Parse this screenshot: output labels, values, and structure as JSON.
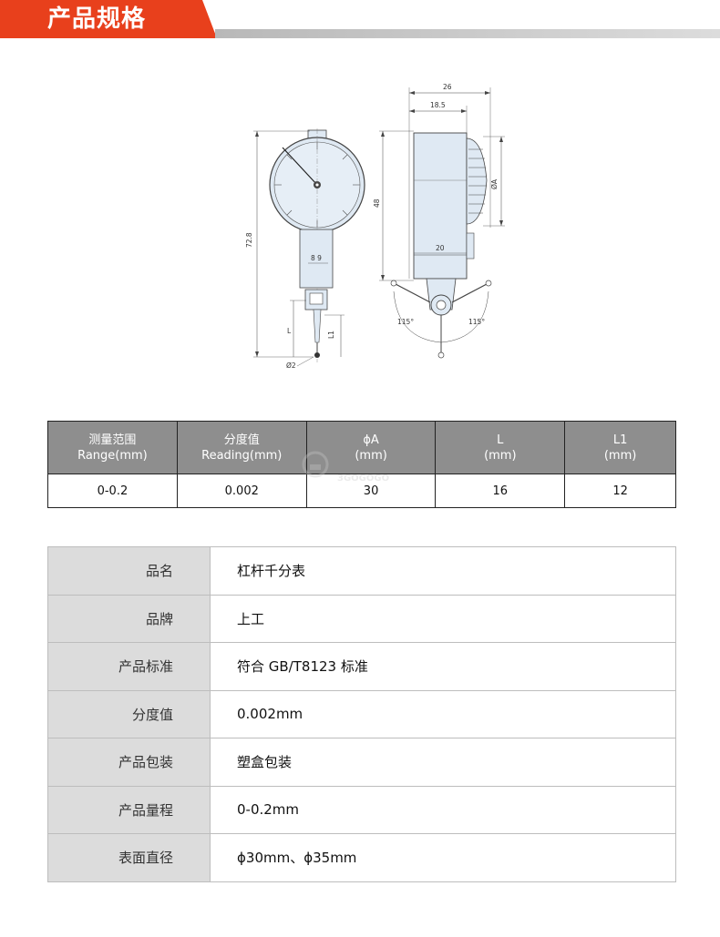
{
  "header": {
    "title": "产品规格"
  },
  "drawing": {
    "labels": {
      "d26": "26",
      "d18_5": "18.5",
      "d48": "48",
      "d72_8": "72.8",
      "d20": "20",
      "d8_9": "8 9",
      "phiA": "ØA",
      "L": "L",
      "L1": "L1",
      "phi2": "Ø2",
      "a115_left": "115°",
      "a115_right": "115°"
    }
  },
  "spec_table": {
    "headers": [
      {
        "line1": "测量范围",
        "line2": "Range(mm)"
      },
      {
        "line1": "分度值",
        "line2": "Reading(mm)"
      },
      {
        "line1": "ϕA",
        "line2": "(mm)"
      },
      {
        "line1": "L",
        "line2": "(mm)"
      },
      {
        "line1": "L1",
        "line2": "(mm)"
      }
    ],
    "row": [
      "0-0.2",
      "0.002",
      "30",
      "16",
      "12"
    ]
  },
  "watermark": {
    "text": "3GOGOGO"
  },
  "info_table": [
    {
      "key": "品名",
      "value": "杠杆千分表"
    },
    {
      "key": "品牌",
      "value": "上工"
    },
    {
      "key": "产品标准",
      "value": "符合 GB/T8123 标准"
    },
    {
      "key": "分度值",
      "value": "0.002mm"
    },
    {
      "key": "产品包装",
      "value": "塑盒包装"
    },
    {
      "key": "产品量程",
      "value": "0-0.2mm"
    },
    {
      "key": "表面直径",
      "value": "ϕ30mm、ϕ35mm"
    }
  ],
  "colors": {
    "accent": "#e8401c",
    "header_gray": "#8e8e8e",
    "key_gray": "#dcdcdc",
    "gauge_blue": "#dfe9f3"
  }
}
